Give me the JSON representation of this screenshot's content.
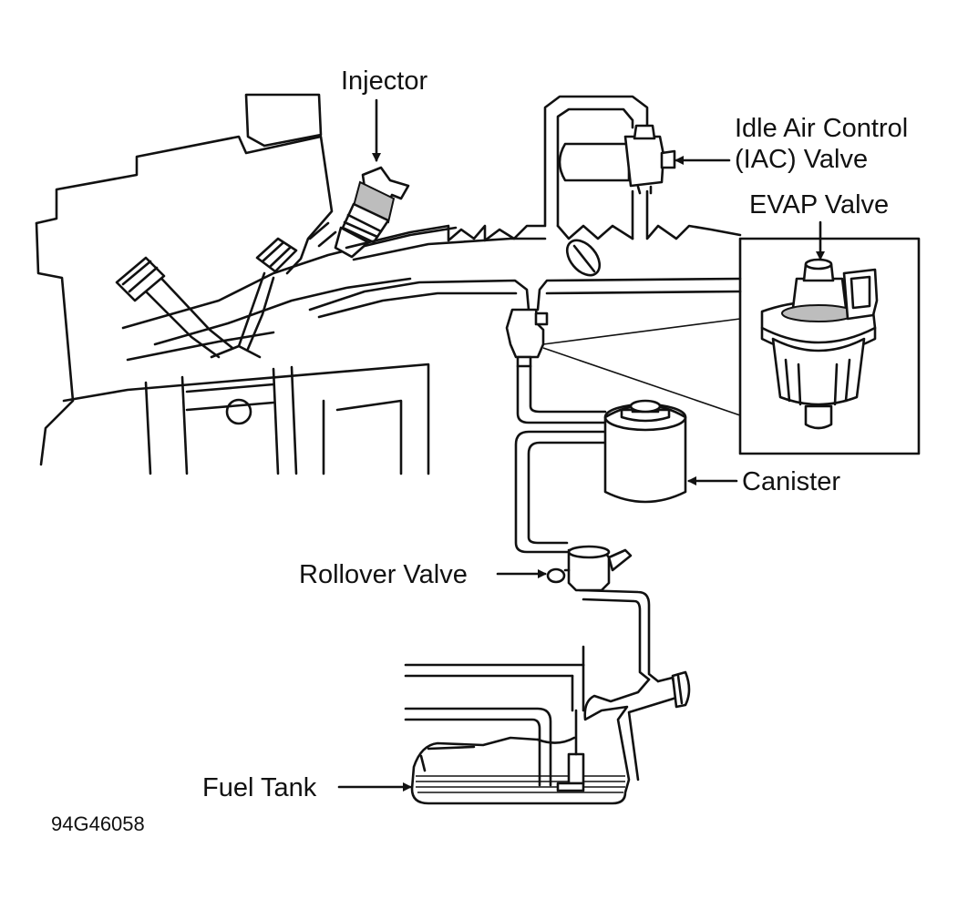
{
  "labels": {
    "injector": "Injector",
    "iac_line1": "Idle Air Control",
    "iac_line2": "(IAC) Valve",
    "evap_valve": "EVAP Valve",
    "canister": "Canister",
    "rollover_valve": "Rollover Valve",
    "fuel_tank": "Fuel Tank"
  },
  "figure_code": "94G46058",
  "colors": {
    "ink": "#111111",
    "shade": "#bdbdbd",
    "fluid": "#9a9a9a"
  }
}
